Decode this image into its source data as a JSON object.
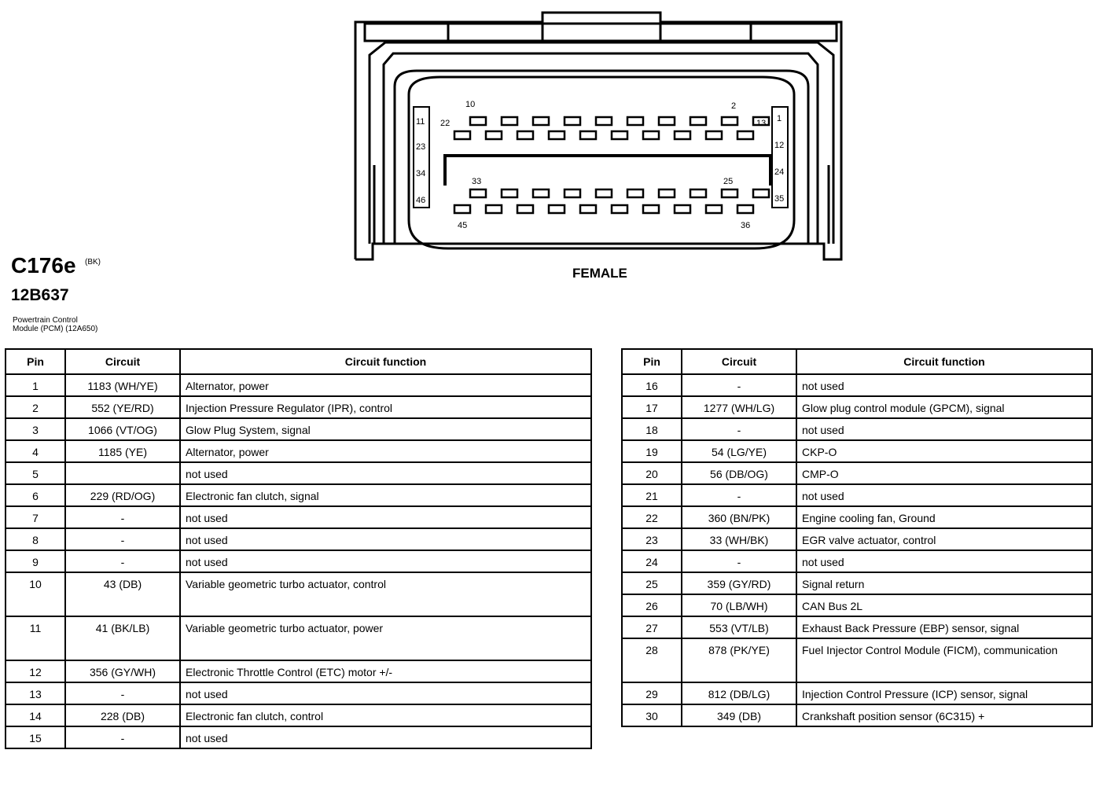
{
  "connector": {
    "id": "C176e",
    "color": "(BK)",
    "part_number": "12B637",
    "description_line1": "Powertrain Control",
    "description_line2": "Module (PCM) (12A650)",
    "view": "FEMALE",
    "pin_labels": {
      "p10": "10",
      "p2": "2",
      "p22": "22",
      "p13": "13",
      "p33": "33",
      "p25": "25",
      "p45": "45",
      "p36": "36",
      "s11": "11",
      "s23": "23",
      "s34": "34",
      "s46": "46",
      "s1": "1",
      "s12": "12",
      "s24": "24",
      "s35": "35"
    }
  },
  "table_headers": {
    "pin": "Pin",
    "circuit": "Circuit",
    "function": "Circuit function"
  },
  "left_rows": [
    {
      "pin": "1",
      "circuit": "1183 (WH/YE)",
      "function": "Alternator, power"
    },
    {
      "pin": "2",
      "circuit": "552 (YE/RD)",
      "function": "Injection Pressure Regulator (IPR), control"
    },
    {
      "pin": "3",
      "circuit": "1066 (VT/OG)",
      "function": "Glow Plug System, signal"
    },
    {
      "pin": "4",
      "circuit": "1185 (YE)",
      "function": "Alternator, power"
    },
    {
      "pin": "5",
      "circuit": "",
      "function": "not used"
    },
    {
      "pin": "6",
      "circuit": "229 (RD/OG)",
      "function": "Electronic fan clutch, signal"
    },
    {
      "pin": "7",
      "circuit": "-",
      "function": "not used"
    },
    {
      "pin": "8",
      "circuit": "-",
      "function": "not used"
    },
    {
      "pin": "9",
      "circuit": "-",
      "function": "not used"
    },
    {
      "pin": "10",
      "circuit": "43 (DB)",
      "function": "Variable geometric turbo actuator, control",
      "tall": true
    },
    {
      "pin": "11",
      "circuit": "41 (BK/LB)",
      "function": "Variable geometric turbo actuator, power",
      "tall": true
    },
    {
      "pin": "12",
      "circuit": "356 (GY/WH)",
      "function": "Electronic Throttle Control (ETC) motor +/-"
    },
    {
      "pin": "13",
      "circuit": "-",
      "function": "not used"
    },
    {
      "pin": "14",
      "circuit": "228 (DB)",
      "function": "Electronic fan clutch, control"
    },
    {
      "pin": "15",
      "circuit": "-",
      "function": "not used"
    }
  ],
  "right_rows": [
    {
      "pin": "16",
      "circuit": "-",
      "function": "not used"
    },
    {
      "pin": "17",
      "circuit": "1277 (WH/LG)",
      "function": "Glow plug control module (GPCM), signal"
    },
    {
      "pin": "18",
      "circuit": "-",
      "function": "not used"
    },
    {
      "pin": "19",
      "circuit": "54 (LG/YE)",
      "function": "CKP-O"
    },
    {
      "pin": "20",
      "circuit": "56 (DB/OG)",
      "function": "CMP-O"
    },
    {
      "pin": "21",
      "circuit": "-",
      "function": "not used"
    },
    {
      "pin": "22",
      "circuit": "360 (BN/PK)",
      "function": "Engine cooling fan, Ground"
    },
    {
      "pin": "23",
      "circuit": "33 (WH/BK)",
      "function": "EGR valve actuator, control"
    },
    {
      "pin": "24",
      "circuit": "-",
      "function": "not used"
    },
    {
      "pin": "25",
      "circuit": "359 (GY/RD)",
      "function": "Signal return"
    },
    {
      "pin": "26",
      "circuit": "70 (LB/WH)",
      "function": "CAN Bus 2L"
    },
    {
      "pin": "27",
      "circuit": "553 (VT/LB)",
      "function": "Exhaust Back Pressure (EBP) sensor, signal"
    },
    {
      "pin": "28",
      "circuit": "878 (PK/YE)",
      "function": "Fuel Injector Control Module (FICM), communication",
      "tall": true
    },
    {
      "pin": "29",
      "circuit": "812 (DB/LG)",
      "function": "Injection Control Pressure (ICP) sensor, signal"
    },
    {
      "pin": "30",
      "circuit": "349 (DB)",
      "function": "Crankshaft position sensor (6C315) +"
    }
  ]
}
